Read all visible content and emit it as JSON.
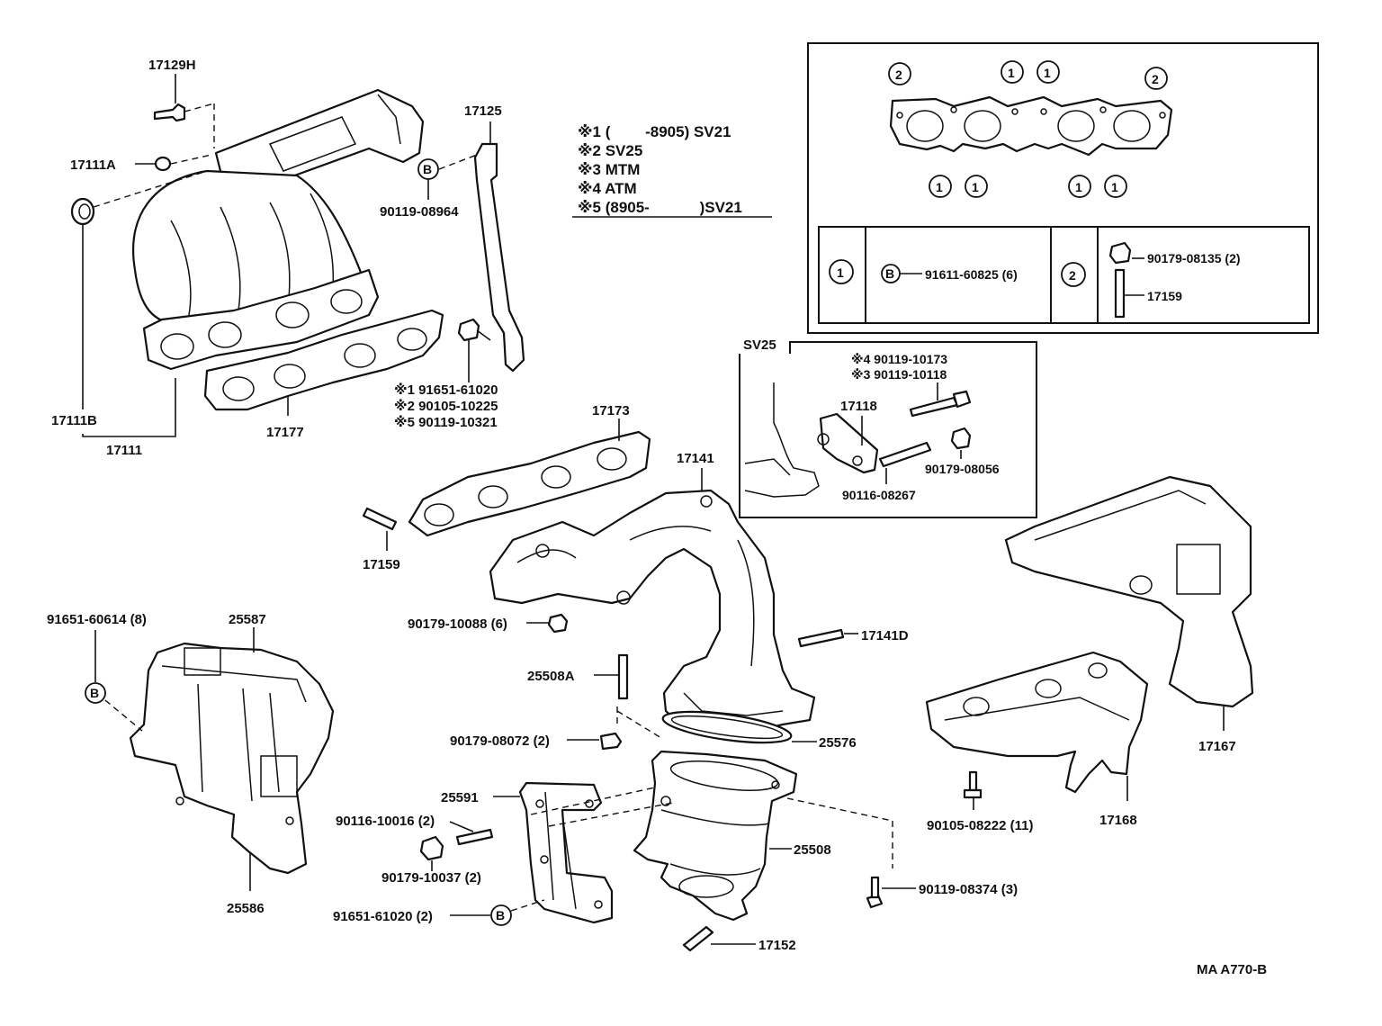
{
  "labels": {
    "p17129H": "17129H",
    "p17111A": "17111A",
    "p17111B": "17111B",
    "p17111": "17111",
    "p17177": "17177",
    "p17125": "17125",
    "p90119_08964": "90119-08964",
    "b_marker": "B",
    "note1": "※1 (　　 -8905) SV21",
    "note2": "※2 SV25",
    "note3": "※3 MTM",
    "note4": "※4 ATM",
    "note5": "※5 (8905-　　　 )SV21",
    "star1_code": "※1  91651-61020",
    "star2_code": "※2  90105-10225",
    "star5_code": "※5  90119-10321",
    "p17173": "17173",
    "p17141": "17141",
    "p17159": "17159",
    "p90179_10088": "90179-10088 (6)",
    "p17141D": "17141D",
    "p91651_60614": "91651-60614 (8)",
    "p25587": "25587",
    "p25508A": "25508A",
    "p90179_08072": "90179-08072 (2)",
    "p25576": "25576",
    "p25591": "25591",
    "p90116_10016": "90116-10016 (2)",
    "p90179_10037": "90179-10037 (2)",
    "p25508": "25508",
    "p91651_61020_2": "91651-61020 (2)",
    "p90119_08374": "90119-08374 (3)",
    "p17152": "17152",
    "p25586": "25586",
    "p17167": "17167",
    "p17168": "17168",
    "p90105_08222": "90105-08222 (11)",
    "ref_code": "MA  A770-B"
  },
  "sv25_box": {
    "title": "SV25",
    "star4": "※4 90119-10173",
    "star3": "※3 90119-10118",
    "p17118": "17118",
    "p90179_08056": "90179-08056",
    "p90116_08267": "90116-08267"
  },
  "gasket_box": {
    "mark1": "1",
    "mark2": "2",
    "row1_code": "91611-60825 (6)",
    "row2_nut": "90179-08135 (2)",
    "row2_stud": "17159"
  }
}
